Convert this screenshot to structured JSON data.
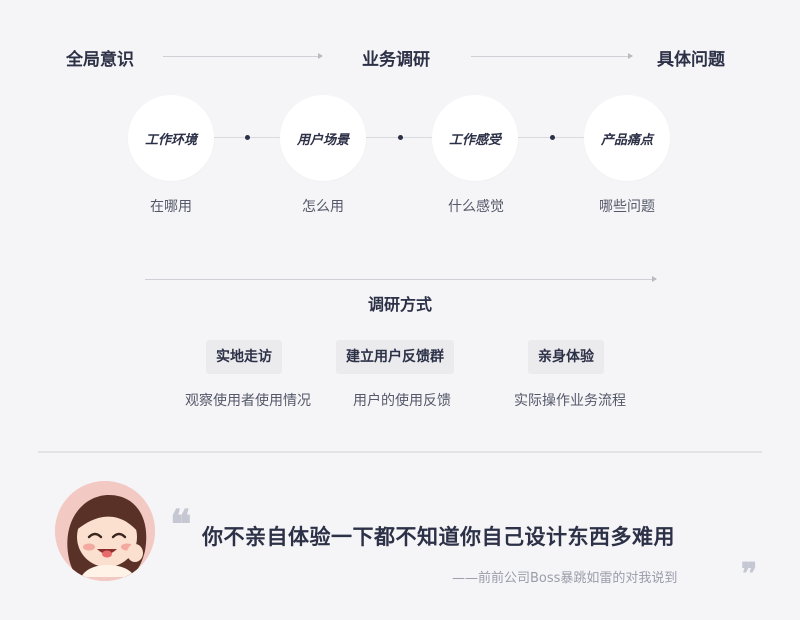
{
  "flow": {
    "steps": [
      "全局意识",
      "业务调研",
      "具体问题"
    ]
  },
  "scenes": [
    {
      "title": "工作环境",
      "sub": "在哪用"
    },
    {
      "title": "用户场景",
      "sub": "怎么用"
    },
    {
      "title": "工作感受",
      "sub": "什么感觉"
    },
    {
      "title": "产品痛点",
      "sub": "哪些问题"
    }
  ],
  "methods": {
    "title": "调研方式",
    "items": [
      {
        "tag": "实地走访",
        "desc": "观察使用者使用情况"
      },
      {
        "tag": "建立用户反馈群",
        "desc": "用户的使用反馈"
      },
      {
        "tag": "亲身体验",
        "desc": "实际操作业务流程"
      }
    ]
  },
  "quote": {
    "text": "你不亲自体验一下都不知道你自己设计东西多难用",
    "source": "——前前公司Boss暴跳如雷的对我说到"
  },
  "colors": {
    "background": "#f5f5f7",
    "text_primary": "#2d3147",
    "text_secondary": "#55586a",
    "accent_muted": "#c5c7d3"
  }
}
